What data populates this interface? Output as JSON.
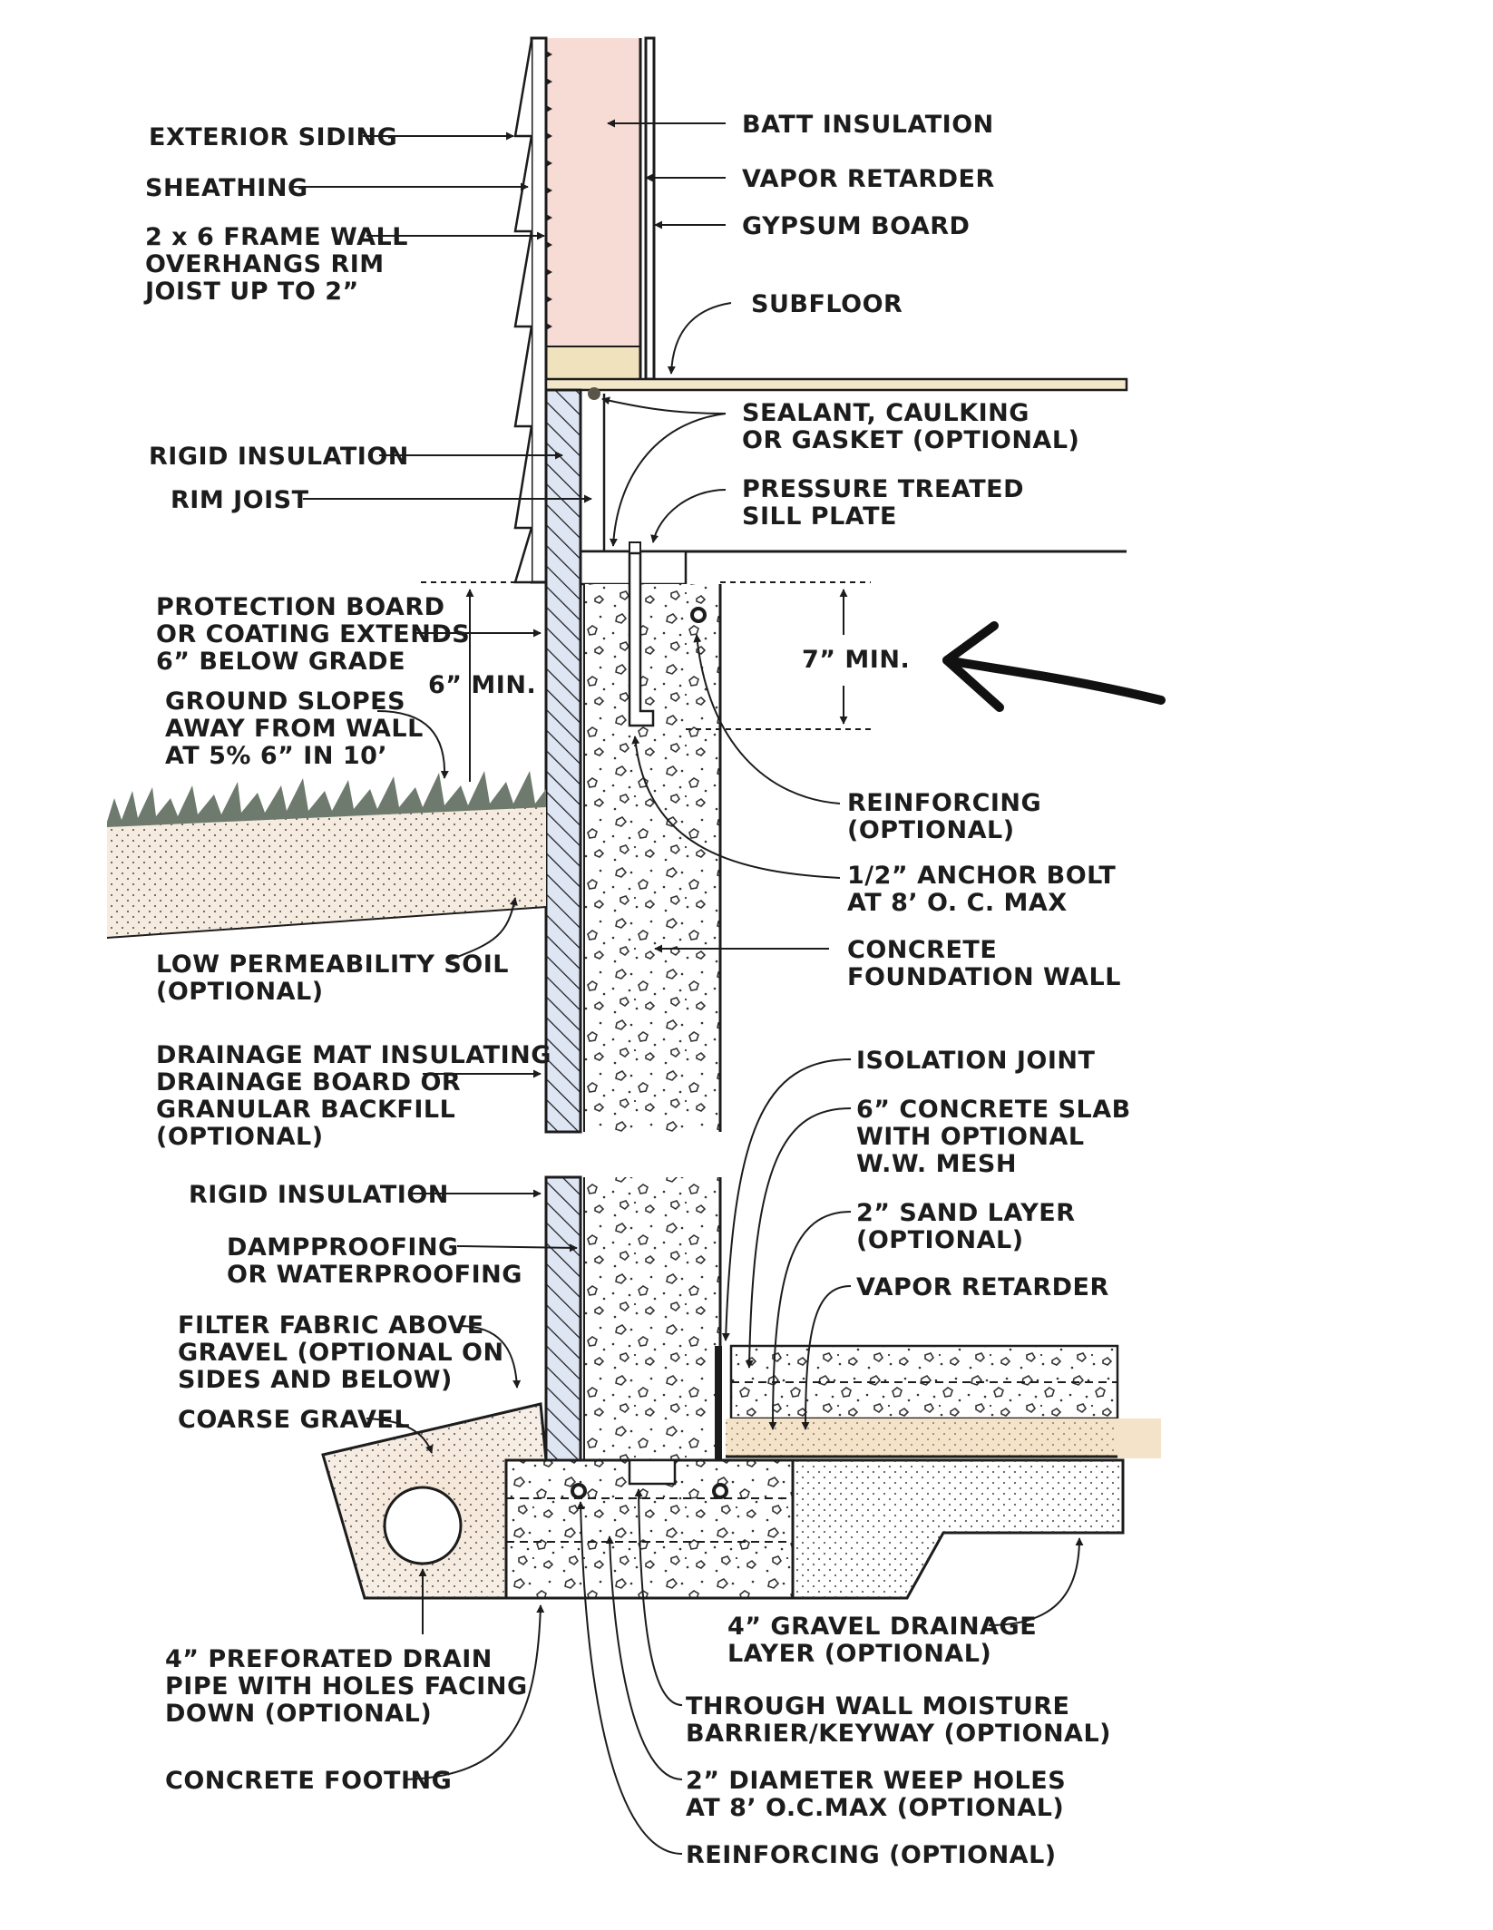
{
  "labels": {
    "exterior_siding": "EXTERIOR SIDING",
    "sheathing": "SHEATHING",
    "frame_wall": [
      "2 x 6 FRAME WALL",
      "OVERHANGS RIM",
      "JOIST UP TO 2”"
    ],
    "rigid_insulation_top": "RIGID INSULATION",
    "rim_joist": "RIM JOIST",
    "protection_board": [
      "PROTECTION BOARD",
      "OR COATING EXTENDS",
      "6” BELOW GRADE"
    ],
    "ground_slopes": [
      "GROUND SLOPES",
      "AWAY FROM WALL",
      "AT 5%   6” IN 10’"
    ],
    "six_min": "6” MIN.",
    "low_permeability": [
      "LOW PERMEABILITY SOIL",
      "(OPTIONAL)"
    ],
    "drainage_mat": [
      "DRAINAGE MAT INSULATING",
      "DRAINAGE BOARD OR",
      "GRANULAR BACKFILL",
      "(OPTIONAL)"
    ],
    "rigid_insulation_bottom": "RIGID INSULATION",
    "dampproofing": [
      "DAMPPROOFING",
      "OR WATERPROOFING"
    ],
    "filter_fabric": [
      "FILTER FABRIC ABOVE",
      "GRAVEL (OPTIONAL ON",
      "SIDES AND BELOW)"
    ],
    "coarse_gravel": "COARSE GRAVEL",
    "drain_pipe": [
      "4” PREFORATED DRAIN",
      "PIPE WITH HOLES FACING",
      "DOWN (OPTIONAL)"
    ],
    "concrete_footing": "CONCRETE FOOTING",
    "batt_insulation": "BATT INSULATION",
    "vapor_retarder_top": "VAPOR RETARDER",
    "gypsum_board": "GYPSUM BOARD",
    "subfloor": "SUBFLOOR",
    "sealant": [
      "SEALANT, CAULKING",
      "OR GASKET (OPTIONAL)"
    ],
    "sill_plate": [
      "PRESSURE TREATED",
      "SILL PLATE"
    ],
    "seven_min": "7” MIN.",
    "reinforcing_top": [
      "REINFORCING",
      "(OPTIONAL)"
    ],
    "anchor_bolt": [
      "1/2” ANCHOR BOLT",
      "AT 8’ O. C. MAX"
    ],
    "foundation_wall": [
      "CONCRETE",
      "FOUNDATION WALL"
    ],
    "isolation_joint": "ISOLATION JOINT",
    "concrete_slab": [
      "6” CONCRETE SLAB",
      "WITH OPTIONAL",
      "W.W. MESH"
    ],
    "sand_layer": [
      "2” SAND LAYER",
      "(OPTIONAL)"
    ],
    "vapor_retarder_bottom": "VAPOR RETARDER",
    "gravel_drainage": [
      "4” GRAVEL DRAINAGE",
      "LAYER (OPTIONAL)"
    ],
    "moisture_barrier": [
      "THROUGH WALL MOISTURE",
      "BARRIER/KEYWAY (OPTIONAL)"
    ],
    "weep_holes": [
      "2” DIAMETER WEEP HOLES",
      "AT 8’ O.C.MAX (OPTIONAL)"
    ],
    "reinforcing_bottom": "REINFORCING (OPTIONAL)"
  },
  "colors": {
    "ink": "#1c1c1c",
    "batt_insulation": "#f7dcd6",
    "sill_wood": "#efe2bd",
    "rigid_insulation": "#dfe6f3",
    "soil": "#f6ebdf",
    "gravel": "#f5ebe3",
    "grass": "#6d7a6d"
  }
}
